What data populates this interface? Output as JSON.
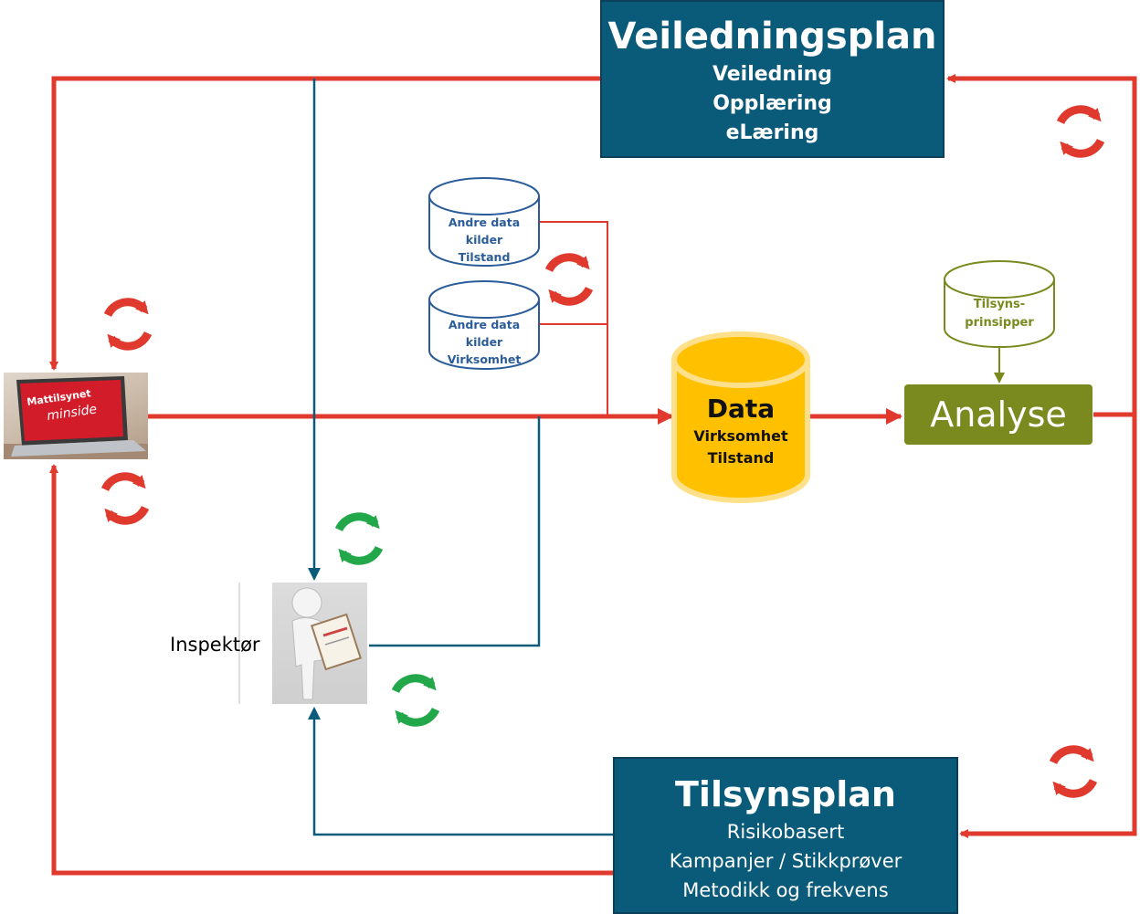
{
  "veiledningsplan": {
    "title": "Veiledningsplan",
    "items": [
      "Veiledning",
      "Opplæring",
      "eLæring"
    ]
  },
  "tilsynsplan": {
    "title": "Tilsynsplan",
    "items": [
      "Risikobasert",
      "Kampanjer / Stikkprøver",
      "Metodikk og frekvens"
    ]
  },
  "sources": [
    {
      "lines": [
        "Andre data",
        "kilder",
        "Tilstand"
      ]
    },
    {
      "lines": [
        "Andre data",
        "kilder",
        "Virksomhet"
      ]
    }
  ],
  "data_store": {
    "title": "Data",
    "lines": [
      "Virksomhet",
      "Tilstand"
    ]
  },
  "principles": {
    "lines": [
      "Tilsyns-",
      "prinsipper"
    ]
  },
  "analyse": {
    "label": "Analyse"
  },
  "inspector": {
    "label": "Inspektør"
  },
  "portal": {
    "brand": "Mattilsynet",
    "sub": "minside"
  },
  "colors": {
    "red": "#e03a2e",
    "teal": "#0a5a7a",
    "olive": "#7a8a1e",
    "gold": "#ffc000",
    "green": "#22a84a"
  },
  "icons": [
    "refresh-icon"
  ]
}
